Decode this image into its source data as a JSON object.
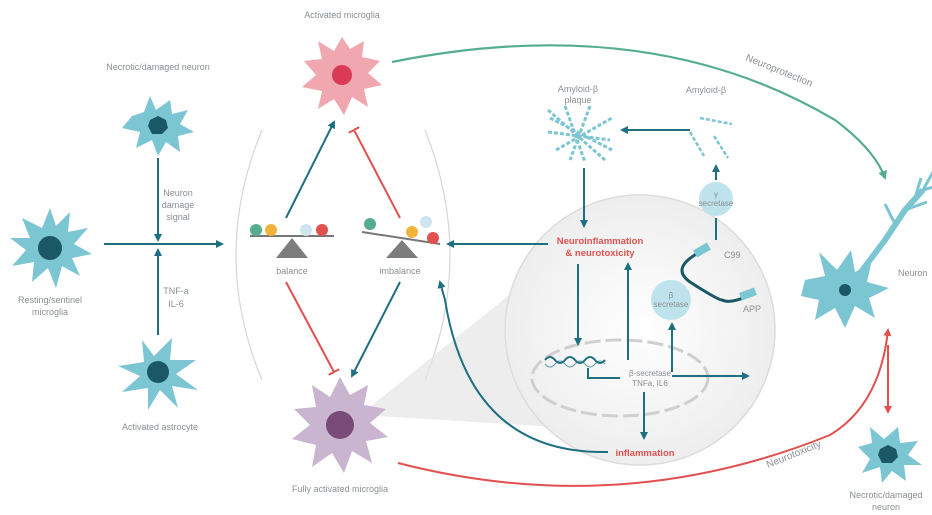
{
  "labels": {
    "activated_microglia": "Activated microglia",
    "necrotic_neuron_top": "Necrotic/damaged neuron",
    "neuron_damage_signal": [
      "Neuron",
      "damage",
      "signal"
    ],
    "resting_microglia": [
      "Resting/sentinel",
      "microglia"
    ],
    "cytokines": [
      "TNF-a",
      "IL-6"
    ],
    "activated_astrocyte": "Activated astrocyte",
    "balance": "balance",
    "imbalance": "imbalance",
    "fully_activated_microglia": "Fully activated microglia",
    "amyloid_plaque": [
      "Amyloid-β",
      "plaque"
    ],
    "amyloid_beta": "Amyloid-β",
    "gamma_secretase": [
      "γ",
      "secretase"
    ],
    "neuroinflammation": [
      "Neuroinflammation",
      "& neurotoxicity"
    ],
    "c99": "C99",
    "beta_secretase": [
      "β",
      "secretase"
    ],
    "app": "APP",
    "nucleus_out": [
      "β-secretase",
      "TNFa, IL6"
    ],
    "inflammation": "inflammation",
    "neuroprotection": "Neuroprotection",
    "neurotoxicity": "Neurotoxicity",
    "neuron_right": "Neuron",
    "necrotic_neuron_bottom": [
      "Necrotic/damaged",
      "neuron"
    ]
  },
  "colors": {
    "teal_arrow": "#1e6f80",
    "red_arrow": "#e0514f",
    "green_curve": "#55ad8f",
    "cyan_cell": "#7cc6d3",
    "dark_nucleus": "#1a5866",
    "pink_cell": "#f1a7b0",
    "magenta_nucleus": "#d93b57",
    "lavender_cell": "#c9b5cf",
    "purple_nucleus": "#7a4a78"
  }
}
